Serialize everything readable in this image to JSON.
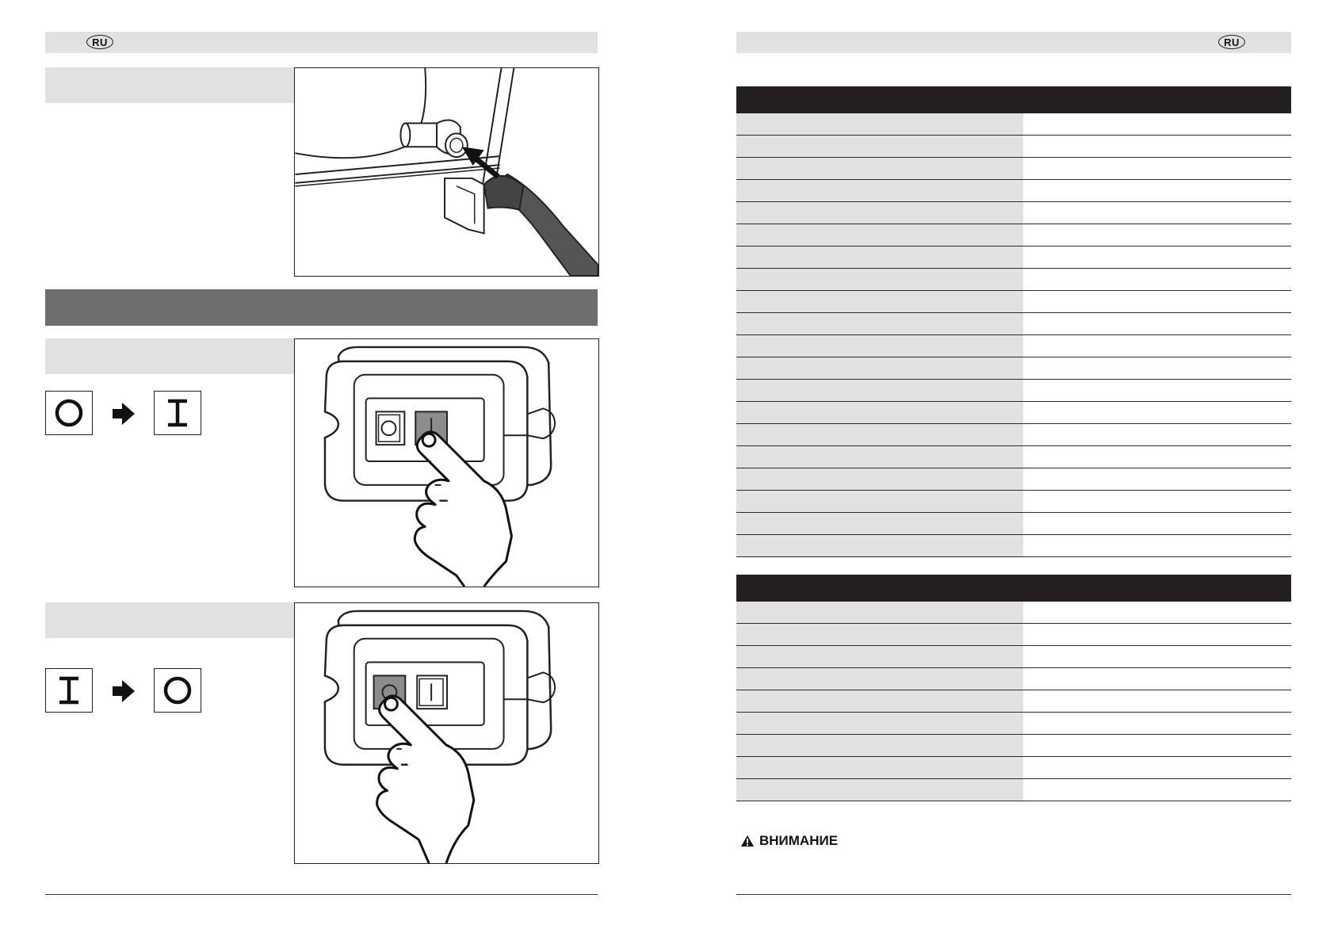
{
  "left_page": {
    "language_badge": "RU",
    "icons": {
      "hose_figure": "hose-connection-illustration",
      "switch_on_figure": "switch-on-illustration",
      "switch_off_figure": "switch-off-illustration"
    },
    "switch_on_sequence": {
      "from_symbol": "O",
      "to_symbol": "I"
    },
    "switch_off_sequence": {
      "from_symbol": "I",
      "to_symbol": "O"
    }
  },
  "right_page": {
    "language_badge": "RU",
    "table1": {
      "row_count": 20
    },
    "table2": {
      "row_count": 9
    },
    "warning": {
      "icon": "warning-triangle-icon",
      "label": "ВНИМАНИЕ"
    }
  },
  "colors": {
    "header_gray": "#e1e1e1",
    "band_gray": "#6f6d6e",
    "table_header": "#231f20",
    "switch_gray": "#8c8c8c"
  }
}
